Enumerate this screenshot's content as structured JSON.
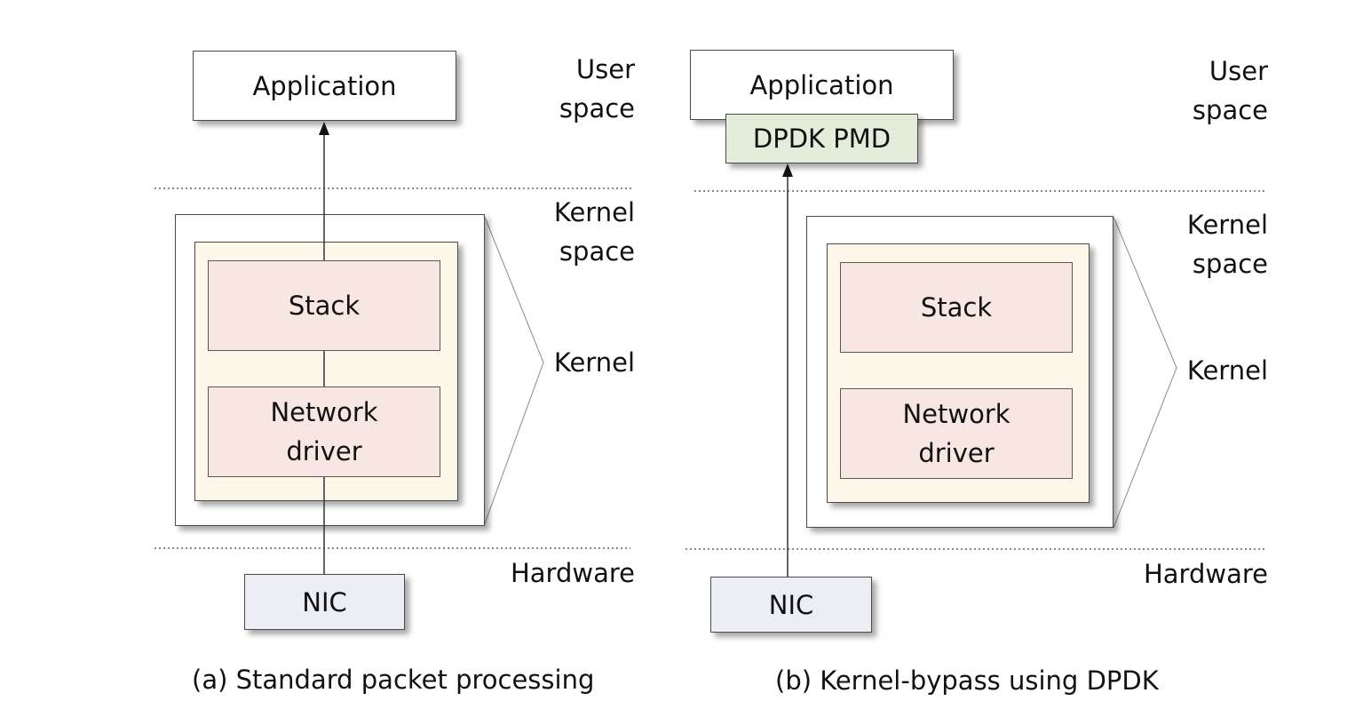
{
  "panel_a": {
    "application": "Application",
    "stack": "Stack",
    "network_driver": "Network\ndriver",
    "nic": "NIC",
    "user_space": "User\nspace",
    "kernel_space": "Kernel\nspace",
    "kernel": "Kernel",
    "hardware": "Hardware",
    "caption": "(a) Standard packet processing"
  },
  "panel_b": {
    "application": "Application",
    "dpdk_pmd": "DPDK PMD",
    "stack": "Stack",
    "network_driver": "Network\ndriver",
    "nic": "NIC",
    "user_space": "User\nspace",
    "kernel_space": "Kernel\nspace",
    "kernel": "Kernel",
    "hardware": "Hardware",
    "caption": "(b) Kernel-bypass using DPDK"
  },
  "colors": {
    "stack_fill": "#f7e6e1",
    "kernel_inner_fill": "#fdf7ea",
    "nic_fill": "#edeef5",
    "dpdk_pmd_fill": "#e3edd9",
    "divider": "#8a8a8a"
  }
}
